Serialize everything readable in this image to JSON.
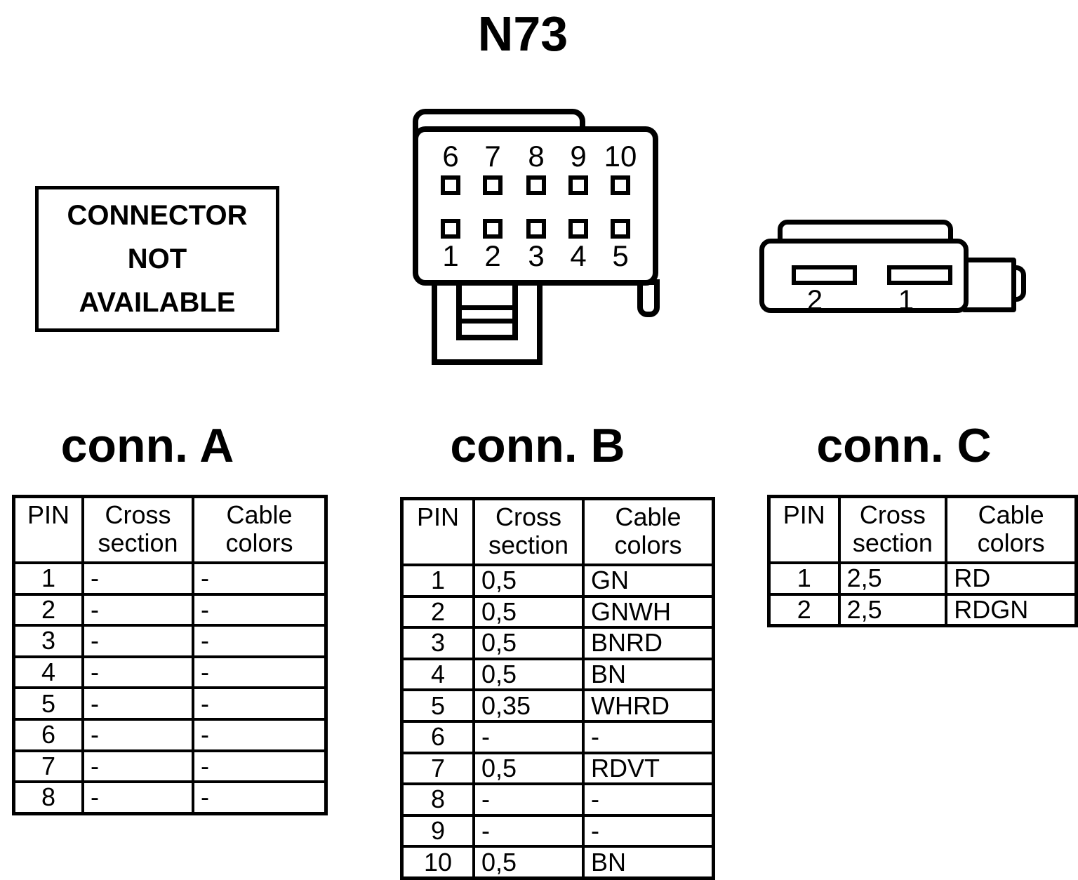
{
  "title": "N73",
  "notice_box": {
    "text": "CONNECTOR\nNOT\nAVAILABLE"
  },
  "connector_10pin": {
    "top_row_labels": [
      "6",
      "7",
      "8",
      "9",
      "10"
    ],
    "bottom_row_labels": [
      "1",
      "2",
      "3",
      "4",
      "5"
    ]
  },
  "connector_2pin": {
    "slot_labels": [
      "2",
      "1"
    ]
  },
  "tables": [
    {
      "title": "conn. A",
      "headers": [
        "PIN",
        "Cross\nsection",
        "Cable\ncolors"
      ],
      "rows": [
        [
          "1",
          "-",
          "-"
        ],
        [
          "2",
          "-",
          "-"
        ],
        [
          "3",
          "-",
          "-"
        ],
        [
          "4",
          "-",
          "-"
        ],
        [
          "5",
          "-",
          "-"
        ],
        [
          "6",
          "-",
          "-"
        ],
        [
          "7",
          "-",
          "-"
        ],
        [
          "8",
          "-",
          "-"
        ]
      ]
    },
    {
      "title": "conn. B",
      "headers": [
        "PIN",
        "Cross\nsection",
        "Cable\ncolors"
      ],
      "rows": [
        [
          "1",
          "0,5",
          "GN"
        ],
        [
          "2",
          "0,5",
          "GNWH"
        ],
        [
          "3",
          "0,5",
          "BNRD"
        ],
        [
          "4",
          "0,5",
          "BN"
        ],
        [
          "5",
          "0,35",
          "WHRD"
        ],
        [
          "6",
          "-",
          "-"
        ],
        [
          "7",
          "0,5",
          "RDVT"
        ],
        [
          "8",
          "-",
          "-"
        ],
        [
          "9",
          "-",
          "-"
        ],
        [
          "10",
          "0,5",
          "BN"
        ]
      ]
    },
    {
      "title": "conn. C",
      "headers": [
        "PIN",
        "Cross\nsection",
        "Cable\ncolors"
      ],
      "rows": [
        [
          "1",
          "2,5",
          "RD"
        ],
        [
          "2",
          "2,5",
          "RDGN"
        ]
      ]
    }
  ]
}
